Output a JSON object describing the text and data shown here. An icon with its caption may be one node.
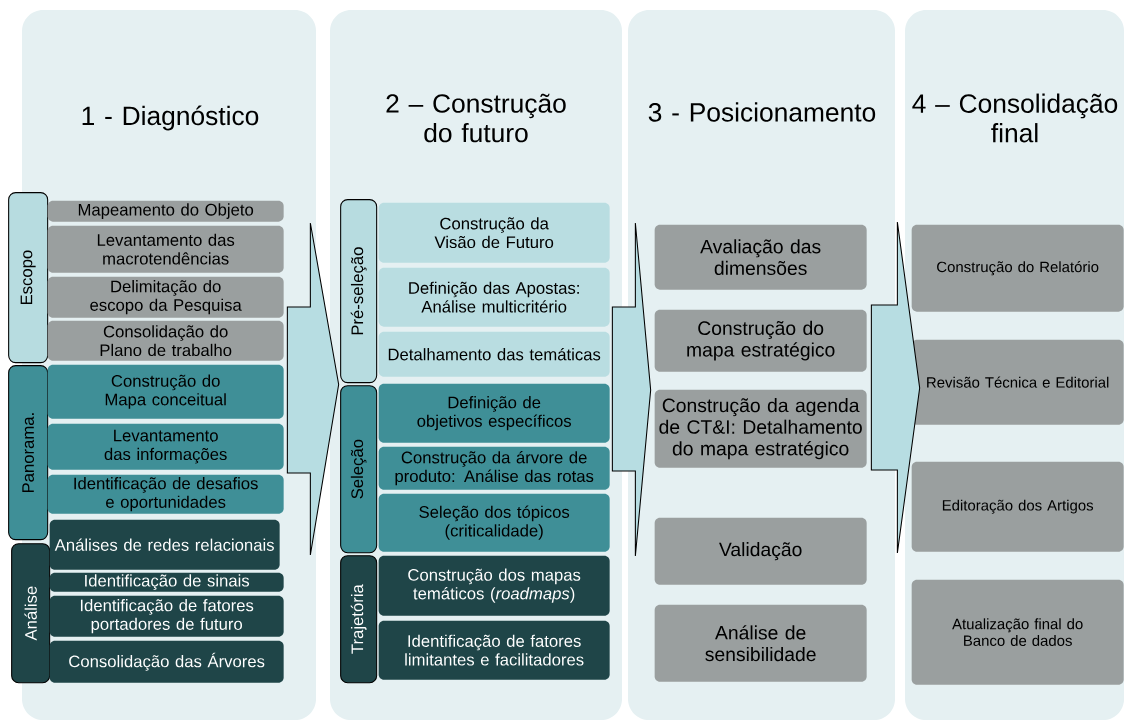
{
  "diagram": {
    "nodes": [
      {
        "text": [
          "1 - Diagnóstico"
        ]
      },
      {
        "text": [
          "Escopo"
        ],
        "in": 0
      },
      {
        "text": [
          "Mapeamento do Objeto"
        ],
        "in": 0
      },
      {
        "text": [
          "Levantamento das macrotendências"
        ],
        "in": 0
      },
      {
        "text": [
          "Delimitação do escopo da Pesquisa"
        ],
        "in": 0
      },
      {
        "text": [
          "Consolidação do Plano de trabalho"
        ],
        "in": 0
      },
      {
        "text": [
          "Panorama."
        ],
        "in": 0
      },
      {
        "text": [
          "Construção do Mapa conceitual"
        ],
        "in": 0
      },
      {
        "text": [
          "Levantamento das informações"
        ],
        "in": 0
      },
      {
        "text": [
          "Identificação de desafios e oportunidades"
        ],
        "in": 0
      },
      {
        "text": [
          "Análise"
        ],
        "in": 0
      },
      {
        "text": [
          "Análises de redes relacionais"
        ],
        "in": 0
      },
      {
        "text": [
          "Identificação de sinais"
        ],
        "in": 0
      },
      {
        "text": [
          "Identificação de fatores portadores de futuro"
        ],
        "in": 0
      },
      {
        "text": [
          "Consolidação das Árvores"
        ],
        "in": 0
      },
      {
        "text": [
          "2 – Construção do futuro"
        ]
      },
      {
        "text": [
          "Pré-seleção"
        ],
        "in": 15
      },
      {
        "text": [
          "Construção da Visão de Futuro"
        ],
        "in": 15
      },
      {
        "text": [
          "Definição das Apostas: Análise multicritério"
        ],
        "in": 15
      },
      {
        "text": [
          "Detalhamento das temáticas"
        ],
        "in": 15
      },
      {
        "text": [
          "Seleção"
        ],
        "in": 15
      },
      {
        "text": [
          "Definição de objetivos específicos"
        ],
        "in": 15
      },
      {
        "text": [
          "Construção da árvore de produto: Análise das rotas"
        ],
        "in": 15
      },
      {
        "text": [
          "Seleção dos tópicos (criticalidade)"
        ],
        "in": 15
      },
      {
        "text": [
          "Trajetória"
        ],
        "in": 15
      },
      {
        "text": [
          "Construção dos mapas temáticos (*roadmaps*)"
        ],
        "in": 15
      },
      {
        "text": [
          "Identificação de fatores limitantes e facilitadores"
        ],
        "in": 15
      },
      {
        "text": [
          "3 - Posicionamento"
        ]
      },
      {
        "text": [
          "Avaliação das dimensões"
        ],
        "in": 27
      },
      {
        "text": [
          "Construção do mapa estratégico"
        ],
        "in": 27
      },
      {
        "text": [
          "Construção da agenda de CT&I: Detalhamento do mapa estratégico"
        ],
        "in": 27
      },
      {
        "text": [
          "Validação"
        ],
        "in": 27
      },
      {
        "text": [
          "Análise de sensibilidade"
        ],
        "in": 27
      },
      {
        "text": [
          "4 – Consolidação final"
        ]
      },
      {
        "text": [
          "Construção do Relatório"
        ],
        "in": 33
      },
      {
        "text": [
          "Revisão Técnica e Editorial"
        ],
        "in": 33
      },
      {
        "text": [
          "Editoração dos Artigos"
        ],
        "in": 33
      },
      {
        "text": [
          "Atualização final do Banco de dados"
        ],
        "in": 33
      }
    ],
    "edges": [
      {
        "from": 0,
        "to": 15,
        "arrow": "to"
      },
      {
        "from": 15,
        "to": 27,
        "arrow": "to"
      },
      {
        "from": 27,
        "to": 33,
        "arrow": "to"
      }
    ]
  }
}
